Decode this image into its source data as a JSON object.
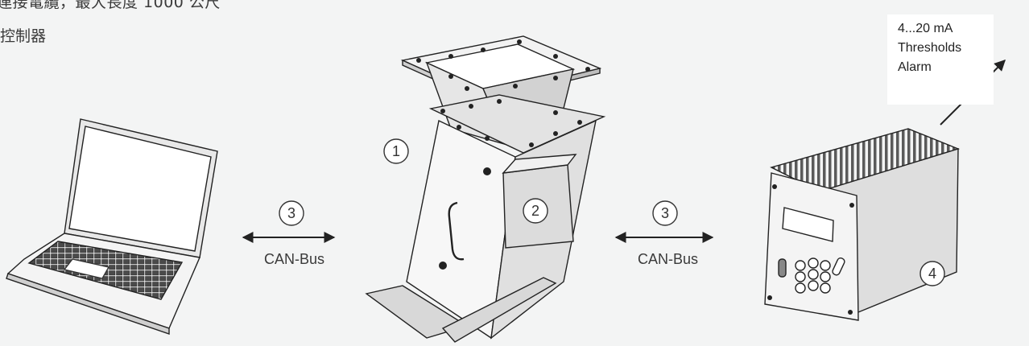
{
  "header": {
    "line1": "連接電纜，最大長度 1000 公尺",
    "line2": "控制器"
  },
  "outputs": [
    "4...20 mA",
    "Thresholds",
    "Alarm"
  ],
  "callouts": [
    "1",
    "2",
    "3",
    "3",
    "4"
  ],
  "links": [
    {
      "label": "CAN-Bus"
    },
    {
      "label": "CAN-Bus"
    }
  ]
}
